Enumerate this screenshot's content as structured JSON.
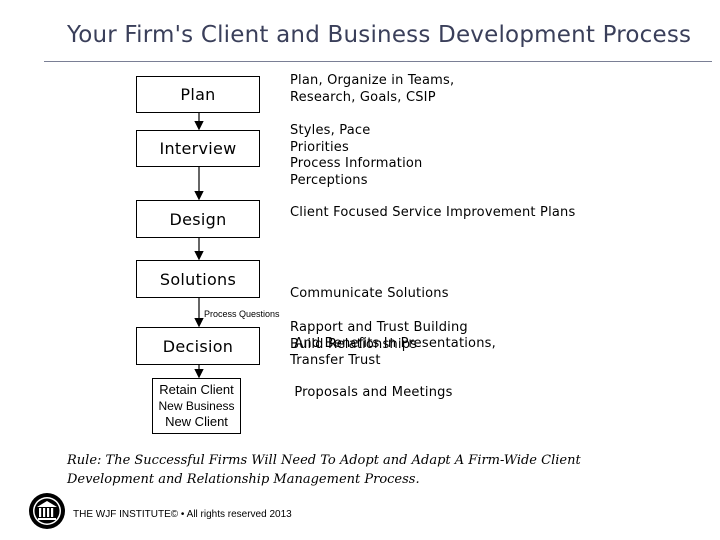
{
  "title": "Your Firm's Client and Business Development Process",
  "steps": [
    {
      "label": "Plan",
      "description": [
        "Plan, Organize in Teams,",
        "Research, Goals, CSIP"
      ]
    },
    {
      "label": "Interview",
      "description": [
        "Styles, Pace",
        "Priorities",
        "Process Information",
        "Perceptions"
      ]
    },
    {
      "label": "Design",
      "description": [
        "Client Focused Service Improvement Plans"
      ]
    },
    {
      "label": "Solutions",
      "description": [
        "Communicate Solutions",
        " And Benefits In Presentations,",
        " Proposals and Meetings"
      ]
    },
    {
      "label": "Decision",
      "description": [
        "Rapport and Trust Building",
        "Build Relationships",
        "Transfer Trust"
      ]
    }
  ],
  "connector_label": "Process Questions",
  "final_box": [
    "Retain Client",
    "New Business",
    "New Client"
  ],
  "rule": "Rule:  The Successful Firms Will Need To Adopt and Adapt A Firm-Wide Client Development and Relationship Management Process.",
  "footer": "THE WJF INSTITUTE© • All rights reserved 2013",
  "colors": {
    "title": "#3a3f5a",
    "rule_line": "#7a7f95",
    "box_border": "#000000"
  },
  "logo_icon": "institute-seal-icon"
}
